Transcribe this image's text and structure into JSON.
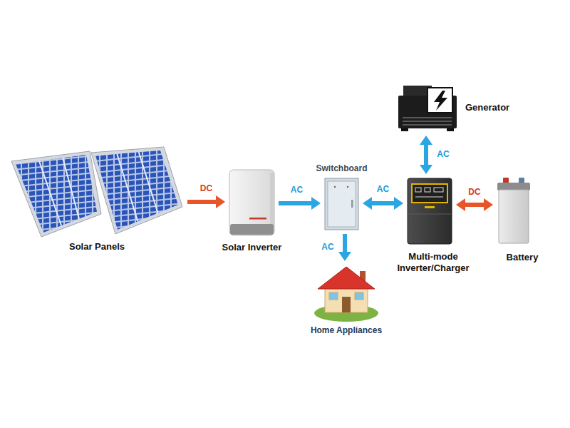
{
  "diagram": {
    "nodes": [
      {
        "text": [
          "Solar Panels"
        ]
      },
      {
        "text": [
          "Solar Inverter"
        ]
      },
      {
        "text": [
          "Switchboard"
        ]
      },
      {
        "text": [
          "Generator"
        ]
      },
      {
        "text": [
          "Multi-mode Inverter/Charger"
        ]
      },
      {
        "text": [
          "Battery"
        ]
      },
      {
        "text": [
          "Home Appliances"
        ]
      }
    ],
    "edges": [
      {
        "from": 0,
        "to": 1,
        "label": "DC",
        "arrow": "to"
      },
      {
        "from": 1,
        "to": 2,
        "label": "AC",
        "arrow": "to"
      },
      {
        "from": 2,
        "to": 4,
        "label": "AC",
        "arrow": "both"
      },
      {
        "from": 2,
        "to": 6,
        "label": "AC",
        "arrow": "to"
      },
      {
        "from": 3,
        "to": 4,
        "label": "AC",
        "arrow": "both"
      },
      {
        "from": 4,
        "to": 5,
        "label": "DC",
        "arrow": "both"
      }
    ]
  }
}
